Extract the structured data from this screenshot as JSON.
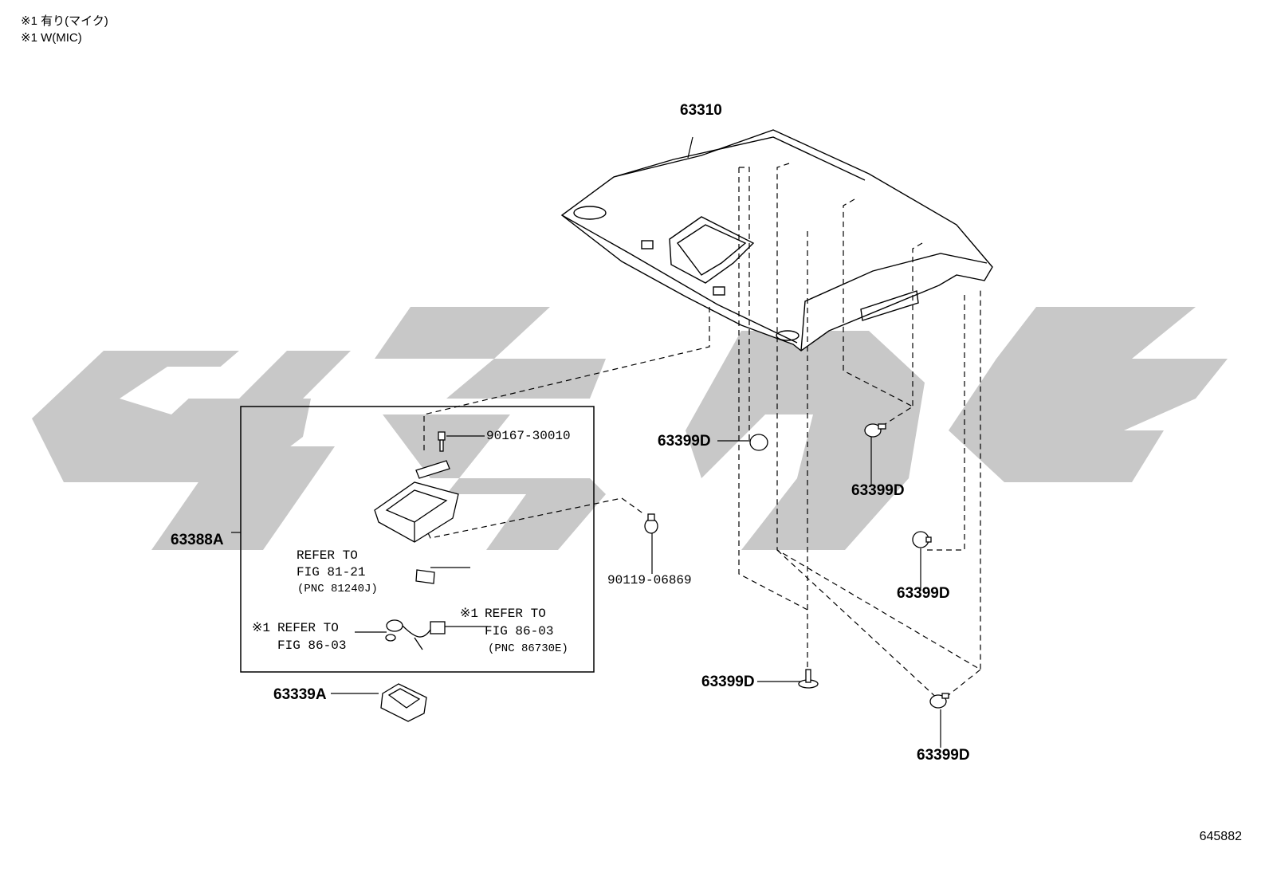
{
  "notes": [
    "※1 有り(マイク)",
    "※1 W(MIC)"
  ],
  "parts": {
    "headliner": "63310",
    "clip_a": "63399D",
    "clip_b": "63399D",
    "clip_c": "63399D",
    "clip_d": "63399D",
    "clip_e": "63399D",
    "console_assy": "63388A",
    "screw": "90167-30010",
    "clip_f": "90119-06869",
    "cover": "63339A"
  },
  "refs": {
    "lamp": {
      "line1": "REFER TO",
      "line2": "FIG 81-21",
      "line3": "(PNC 81240J)"
    },
    "mic_left": {
      "mark": "※1",
      "line1": "REFER TO",
      "line2": "FIG 86-03"
    },
    "mic_right": {
      "mark": "※1",
      "line1": "REFER TO",
      "line2": "FIG 86-03",
      "line3": "(PNC 86730E)"
    }
  },
  "figure_id": "645882",
  "colors": {
    "watermark": "#c8c8c8",
    "line": "#000000"
  }
}
